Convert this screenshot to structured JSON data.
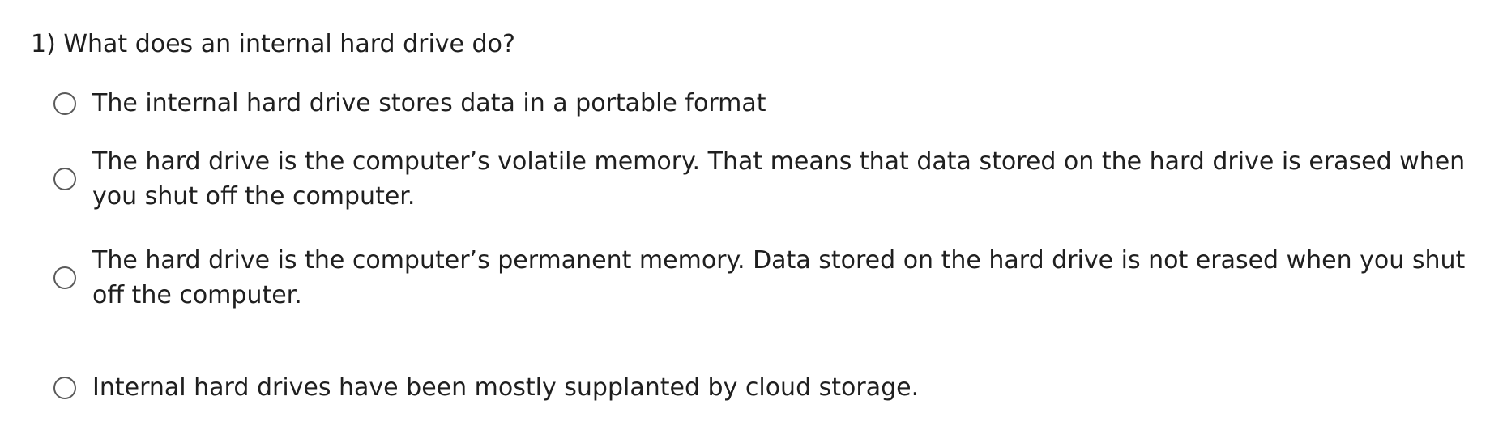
{
  "question": {
    "number": "1)",
    "text": "What does an internal hard drive do?"
  },
  "options": [
    {
      "label": "The internal hard drive stores data in a portable format",
      "selected": false
    },
    {
      "label": "The hard drive is the computer’s volatile memory. That means that data stored on the hard drive is erased when you shut off the computer.",
      "selected": false
    },
    {
      "label": "The hard drive is the computer’s permanent memory. Data stored on the hard drive is not erased when you shut off the computer.",
      "selected": false
    },
    {
      "label": "Internal hard drives have been mostly supplanted by cloud storage.",
      "selected": false
    }
  ]
}
